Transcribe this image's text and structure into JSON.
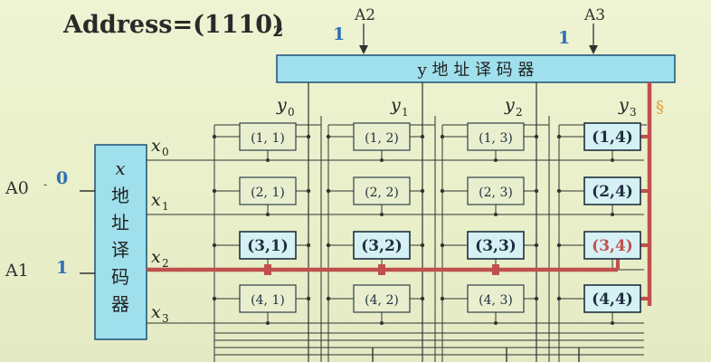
{
  "title": {
    "main": "Address=(1110)",
    "sub": "2"
  },
  "colors": {
    "decoder_fill": "#9fe0ec",
    "decoder_stroke": "#1f4f78",
    "highlight": "#c0504d",
    "wire": "#333333",
    "bit_text": "#2e6fb5"
  },
  "y_decoder": {
    "label": "y 地 址 译 码 器",
    "inputs": [
      {
        "name": "A2",
        "bit": "1"
      },
      {
        "name": "A3",
        "bit": "1"
      }
    ],
    "outputs": [
      {
        "base": "y",
        "sub": "0"
      },
      {
        "base": "y",
        "sub": "1"
      },
      {
        "base": "y",
        "sub": "2"
      },
      {
        "base": "y",
        "sub": "3"
      }
    ]
  },
  "x_decoder": {
    "label_chars": [
      "x",
      "地",
      "址",
      "译",
      "码",
      "器"
    ],
    "inputs": [
      {
        "name": "A0",
        "bit": "0"
      },
      {
        "name": "A1",
        "bit": "1"
      }
    ],
    "outputs": [
      {
        "base": "x",
        "sub": "0"
      },
      {
        "base": "x",
        "sub": "1"
      },
      {
        "base": "x",
        "sub": "2"
      },
      {
        "base": "x",
        "sub": "3"
      }
    ]
  },
  "cells": [
    [
      "(1, 1)",
      "(1, 2)",
      "(1, 3)",
      "(1,4)"
    ],
    [
      "(2, 1)",
      "(2, 2)",
      "(2, 3)",
      "(2,4)"
    ],
    [
      "(3,1)",
      "(3,2)",
      "(3,3)",
      "(3,4)"
    ],
    [
      "(4, 1)",
      "(4, 2)",
      "(4, 3)",
      "(4,4)"
    ]
  ],
  "selected_row": 3,
  "selected_col": 4
}
